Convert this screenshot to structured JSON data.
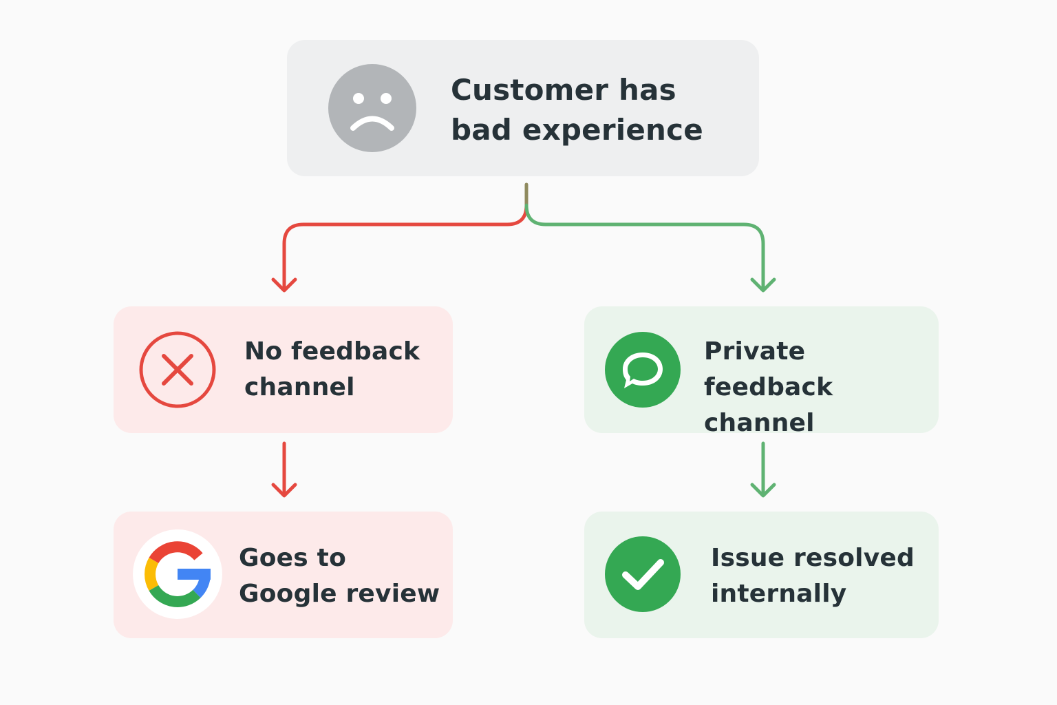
{
  "nodes": {
    "top": {
      "line1": "Customer has",
      "line2": "bad experience",
      "icon": "sad-face-icon"
    },
    "left_1": {
      "line1": "No feedback",
      "line2": "channel",
      "icon": "x-circle-icon"
    },
    "left_2": {
      "line1": "Goes to",
      "line2": "Google review",
      "icon": "google-logo-icon"
    },
    "right_1": {
      "line1": "Private feedback",
      "line2": "channel",
      "icon": "chat-bubble-icon"
    },
    "right_2": {
      "line1": "Issue resolved",
      "line2": "internally",
      "icon": "check-circle-icon"
    }
  },
  "colors": {
    "negative": "#e5483f",
    "positive": "#5fb272",
    "positive_dark": "#34a853",
    "neutral_icon": "#b2b5b8",
    "text": "#263238",
    "neutral_box": "#eeeff0",
    "negative_box": "#fdeaea",
    "positive_box": "#eaf4ec"
  }
}
